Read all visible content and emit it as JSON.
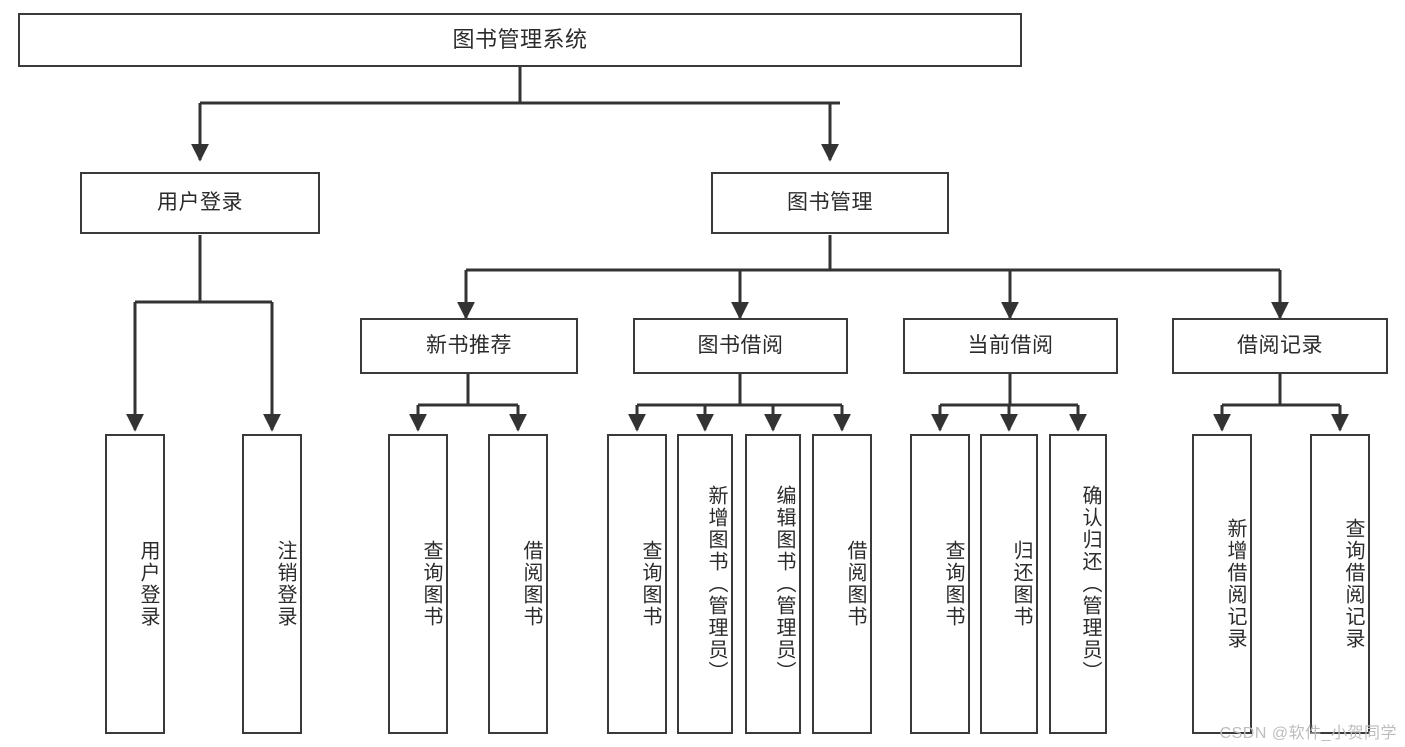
{
  "diagram": {
    "type": "tree",
    "title": "图书管理系统",
    "watermark": "CSDN @软件_小贺同学",
    "colors": {
      "box_border": "#3a3a3a",
      "box_fill": "#ffffff",
      "text": "#2b2b2b",
      "connector": "#333333",
      "watermark": "#bdbdbd",
      "background": "#ffffff"
    },
    "root": {
      "label": "图书管理系统"
    },
    "level1": [
      {
        "label": "用户登录"
      },
      {
        "label": "图书管理"
      }
    ],
    "level2": [
      {
        "label": "新书推荐"
      },
      {
        "label": "图书借阅"
      },
      {
        "label": "当前借阅"
      },
      {
        "label": "借阅记录"
      }
    ],
    "leaves": {
      "user_login": [
        {
          "label": "用户登录"
        },
        {
          "label": "注销登录"
        }
      ],
      "new_book_recommend": [
        {
          "label": "查询图书"
        },
        {
          "label": "借阅图书"
        }
      ],
      "book_borrow": [
        {
          "label": "查询图书"
        },
        {
          "label": "新增图书（管理员）"
        },
        {
          "label": "编辑图书（管理员）"
        },
        {
          "label": "借阅图书"
        }
      ],
      "current_borrow": [
        {
          "label": "查询图书"
        },
        {
          "label": "归还图书"
        },
        {
          "label": "确认归还（管理员）"
        }
      ],
      "borrow_records": [
        {
          "label": "新增借阅记录"
        },
        {
          "label": "查询借阅记录"
        }
      ]
    }
  }
}
